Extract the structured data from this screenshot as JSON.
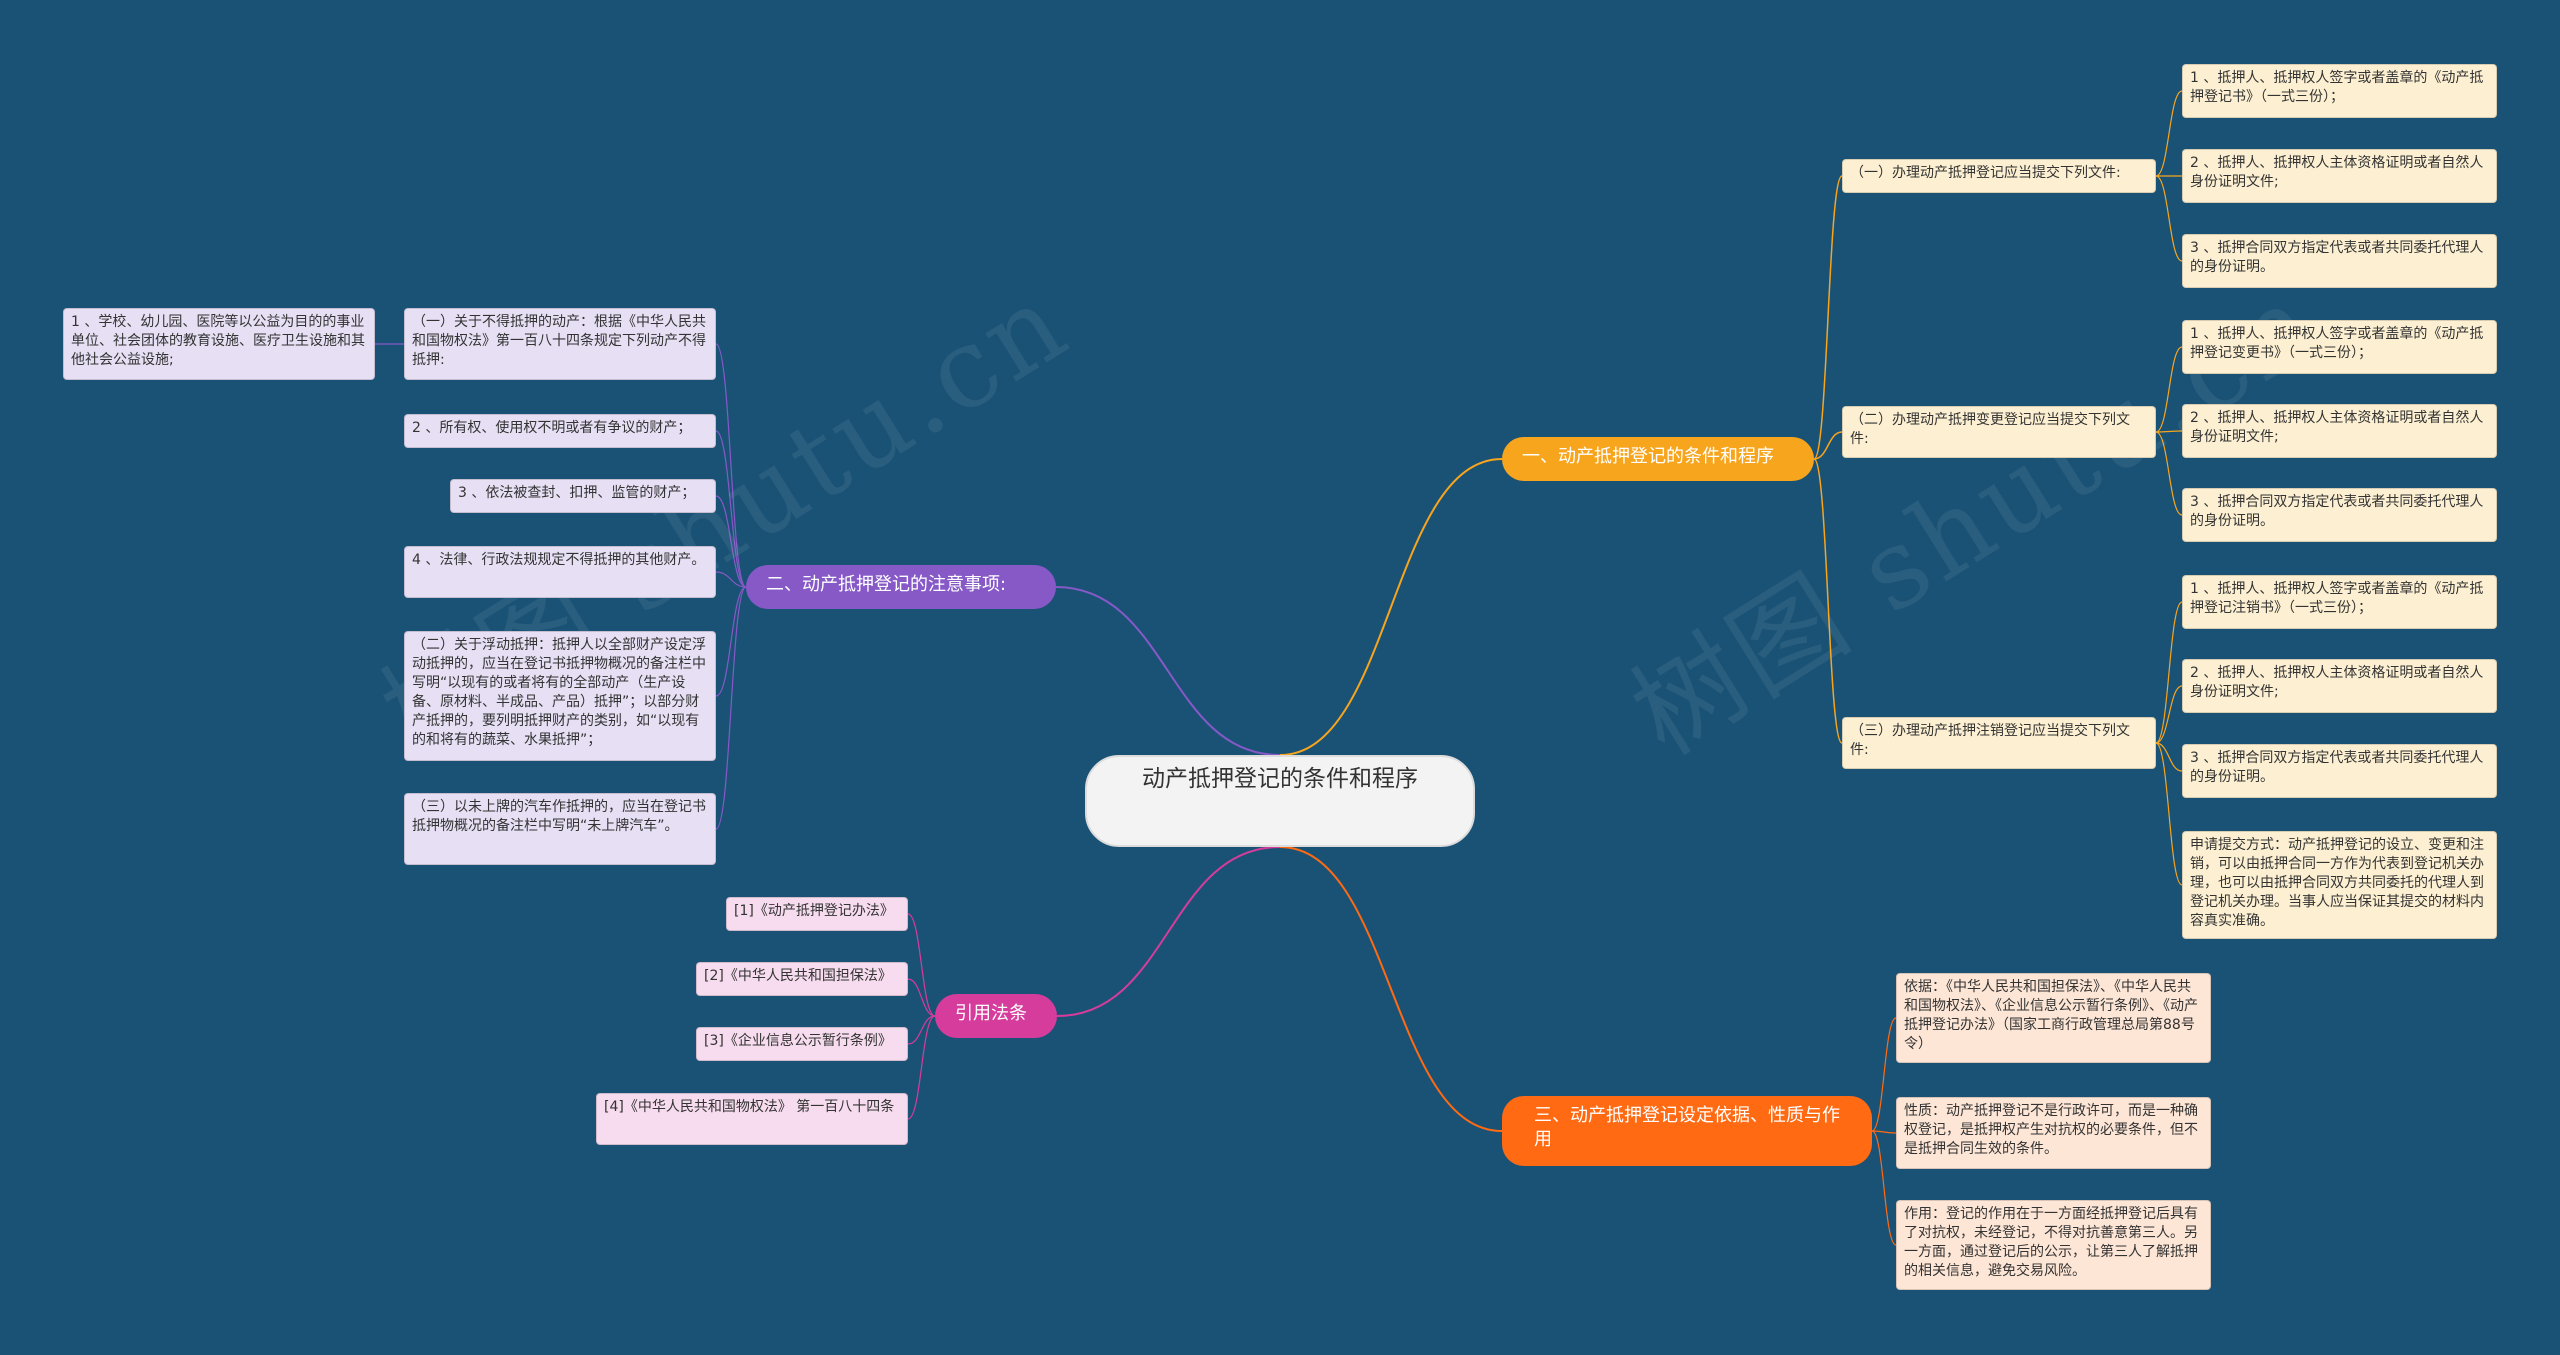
{
  "root": {
    "label": "动产抵押登记的条件和程序"
  },
  "colors": {
    "background": "#1a5276",
    "branch_conditions": "#f8a51e",
    "branch_basis": "#ff6a13",
    "branch_notes": "#8659c7",
    "branch_refs": "#d63c9c"
  },
  "watermark": "树图 shutu.cn",
  "right_branches": [
    {
      "label": "一、动产抵押登记的条件和程序",
      "children": [
        {
          "label": "（一）办理动产抵押登记应当提交下列文件:",
          "children": [
            "1 、抵押人、抵押权人签字或者盖章的《动产抵押登记书》（一式三份）；",
            "2 、抵押人、抵押权人主体资格证明或者自然人身份证明文件;",
            "3 、抵押合同双方指定代表或者共同委托代理人的身份证明。"
          ]
        },
        {
          "label": "（二）办理动产抵押变更登记应当提交下列文件:",
          "children": [
            "1 、抵押人、抵押权人签字或者盖章的《动产抵押登记变更书》（一式三份）；",
            "2 、抵押人、抵押权人主体资格证明或者自然人身份证明文件;",
            "3 、抵押合同双方指定代表或者共同委托代理人的身份证明。"
          ]
        },
        {
          "label": "（三）办理动产抵押注销登记应当提交下列文件:",
          "children": [
            "1 、抵押人、抵押权人签字或者盖章的《动产抵押登记注销书》（一式三份）；",
            "2 、抵押人、抵押权人主体资格证明或者自然人身份证明文件;",
            "3 、抵押合同双方指定代表或者共同委托代理人的身份证明。",
            "申请提交方式：动产抵押登记的设立、变更和注销，可以由抵押合同一方作为代表到登记机关办理，也可以由抵押合同双方共同委托的代理人到登记机关办理。当事人应当保证其提交的材料内容真实准确。"
          ]
        }
      ]
    },
    {
      "label": "三、动产抵押登记设定依据、性质与作用",
      "children": [
        "依据：《中华人民共和国担保法》、《中华人民共和国物权法》、《企业信息公示暂行条例》、《动产抵押登记办法》（国家工商行政管理总局第88号令）",
        "性质：动产抵押登记不是行政许可，而是一种确权登记，是抵押权产生对抗权的必要条件，但不是抵押合同生效的条件。",
        "作用：登记的作用在于一方面经抵押登记后具有了对抗权，未经登记，不得对抗善意第三人。另一方面，通过登记后的公示，让第三人了解抵押的相关信息，避免交易风险。"
      ]
    }
  ],
  "left_branches": [
    {
      "label": "二、动产抵押登记的注意事项:",
      "children": [
        {
          "label": "（一）关于不得抵押的动产：根据《中华人民共和国物权法》第一百八十四条规定下列动产不得抵押:",
          "children": [
            "1 、学校、幼儿园、医院等以公益为目的的事业单位、社会团体的教育设施、医疗卫生设施和其他社会公益设施;"
          ]
        },
        {
          "label": "2 、所有权、使用权不明或者有争议的财产；"
        },
        {
          "label": "3 、依法被查封、扣押、监管的财产；"
        },
        {
          "label": "4 、法律、行政法规规定不得抵押的其他财产。"
        },
        {
          "label": "（二）关于浮动抵押：抵押人以全部财产设定浮动抵押的，应当在登记书抵押物概况的备注栏中写明“以现有的或者将有的全部动产（生产设备、原材料、半成品、产品）抵押”；以部分财产抵押的，要列明抵押财产的类别，如“以现有的和将有的蔬菜、水果抵押”；"
        },
        {
          "label": "（三）以未上牌的汽车作抵押的，应当在登记书抵押物概况的备注栏中写明“未上牌汽车”。"
        }
      ]
    },
    {
      "label": "引用法条",
      "children": [
        "[1]《动产抵押登记办法》",
        "[2]《中华人民共和国担保法》",
        "[3]《企业信息公示暂行条例》",
        "[4]《中华人民共和国物权法》 第一百八十四条"
      ]
    }
  ]
}
